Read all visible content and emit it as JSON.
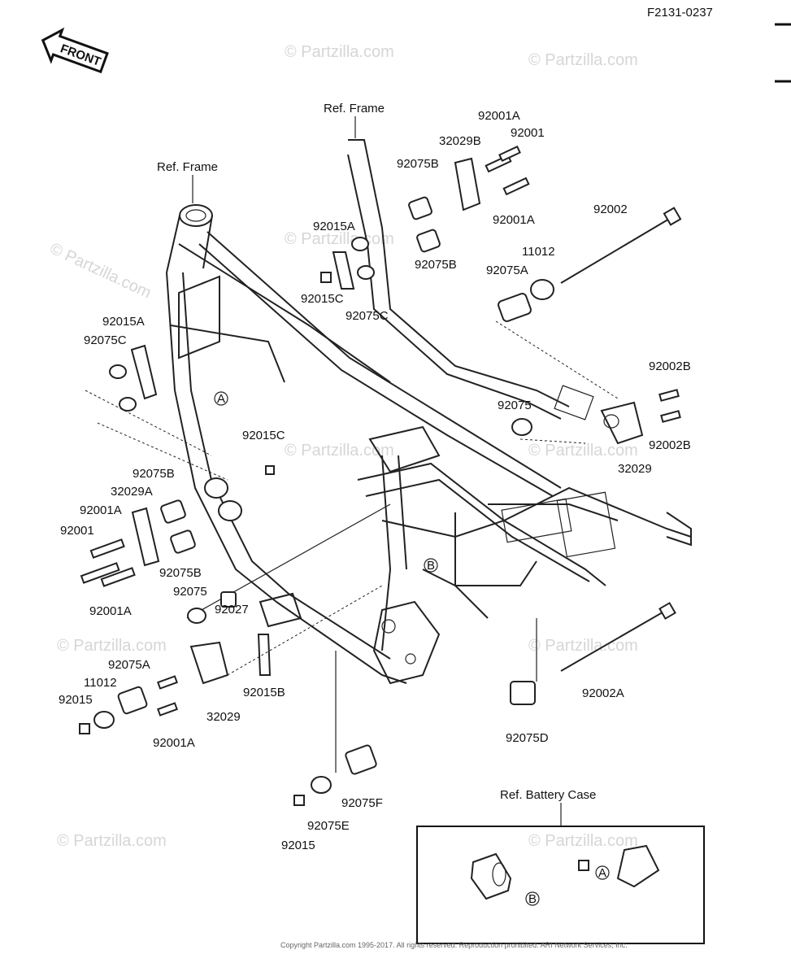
{
  "diagram_code": "F2131-0237",
  "front_label": "FRONT",
  "watermark": "© Partzilla.com",
  "references": {
    "frame_top": "Ref. Frame",
    "frame_left": "Ref. Frame",
    "battery_case": "Ref. Battery Case"
  },
  "callouts": {
    "A": "A",
    "B": "B"
  },
  "part_labels": [
    "92001A",
    "92001",
    "32029B",
    "92075B",
    "92001A",
    "92002",
    "92015A",
    "92075B",
    "11012",
    "92075A",
    "92015C",
    "92075C",
    "92015A",
    "92075C",
    "92002B",
    "92075",
    "92002B",
    "32029",
    "92015C",
    "92075B",
    "32029A",
    "92001A",
    "92001",
    "92075B",
    "92001A",
    "92075",
    "92027",
    "92075A",
    "11012",
    "92015",
    "32029",
    "92015B",
    "92001A",
    "92002A",
    "92075D",
    "92075F",
    "92075E",
    "92015"
  ],
  "copyright": "Copyright Partzilla.com 1995-2017. All rights reserved. Reproduction prohibited. ARI Network Services, Inc."
}
